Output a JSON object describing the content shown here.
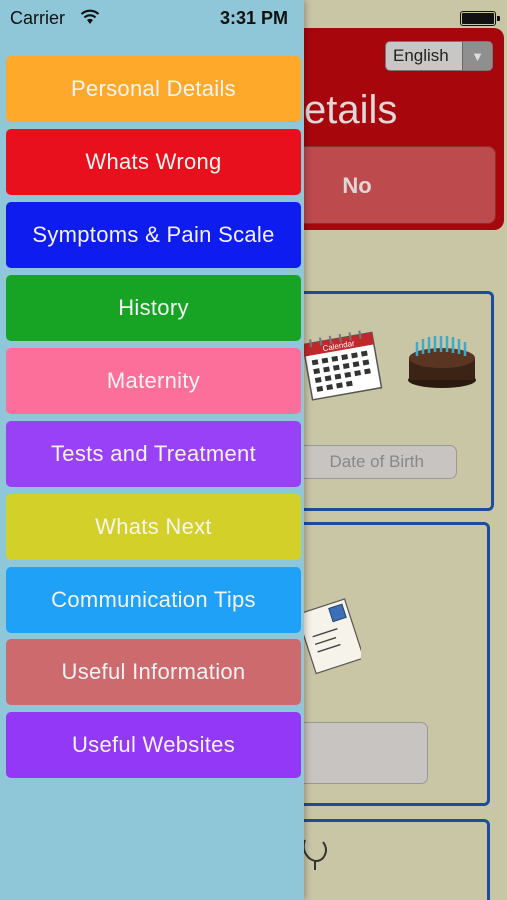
{
  "status_bar": {
    "carrier": "Carrier",
    "time": "3:31 PM"
  },
  "background": {
    "language_button": "English",
    "title_fragment": "etails",
    "no_button": "No",
    "dob_placeholder": "Date of Birth",
    "calendar_label": "Calendar"
  },
  "menu": {
    "items": [
      {
        "label": "Personal Details",
        "color": "#ffa92a"
      },
      {
        "label": "Whats Wrong",
        "color": "#e8101c"
      },
      {
        "label": "Symptoms & Pain Scale",
        "color": "#0f1cf0"
      },
      {
        "label": "History",
        "color": "#17a323"
      },
      {
        "label": "Maternity",
        "color": "#fd6f9b"
      },
      {
        "label": "Tests and Treatment",
        "color": "#9941f7"
      },
      {
        "label": "Whats Next",
        "color": "#d3d029"
      },
      {
        "label": "Communication Tips",
        "color": "#1ea1f6"
      },
      {
        "label": "Useful Information",
        "color": "#cc6a6d"
      },
      {
        "label": "Useful Websites",
        "color": "#9238f6"
      }
    ]
  }
}
